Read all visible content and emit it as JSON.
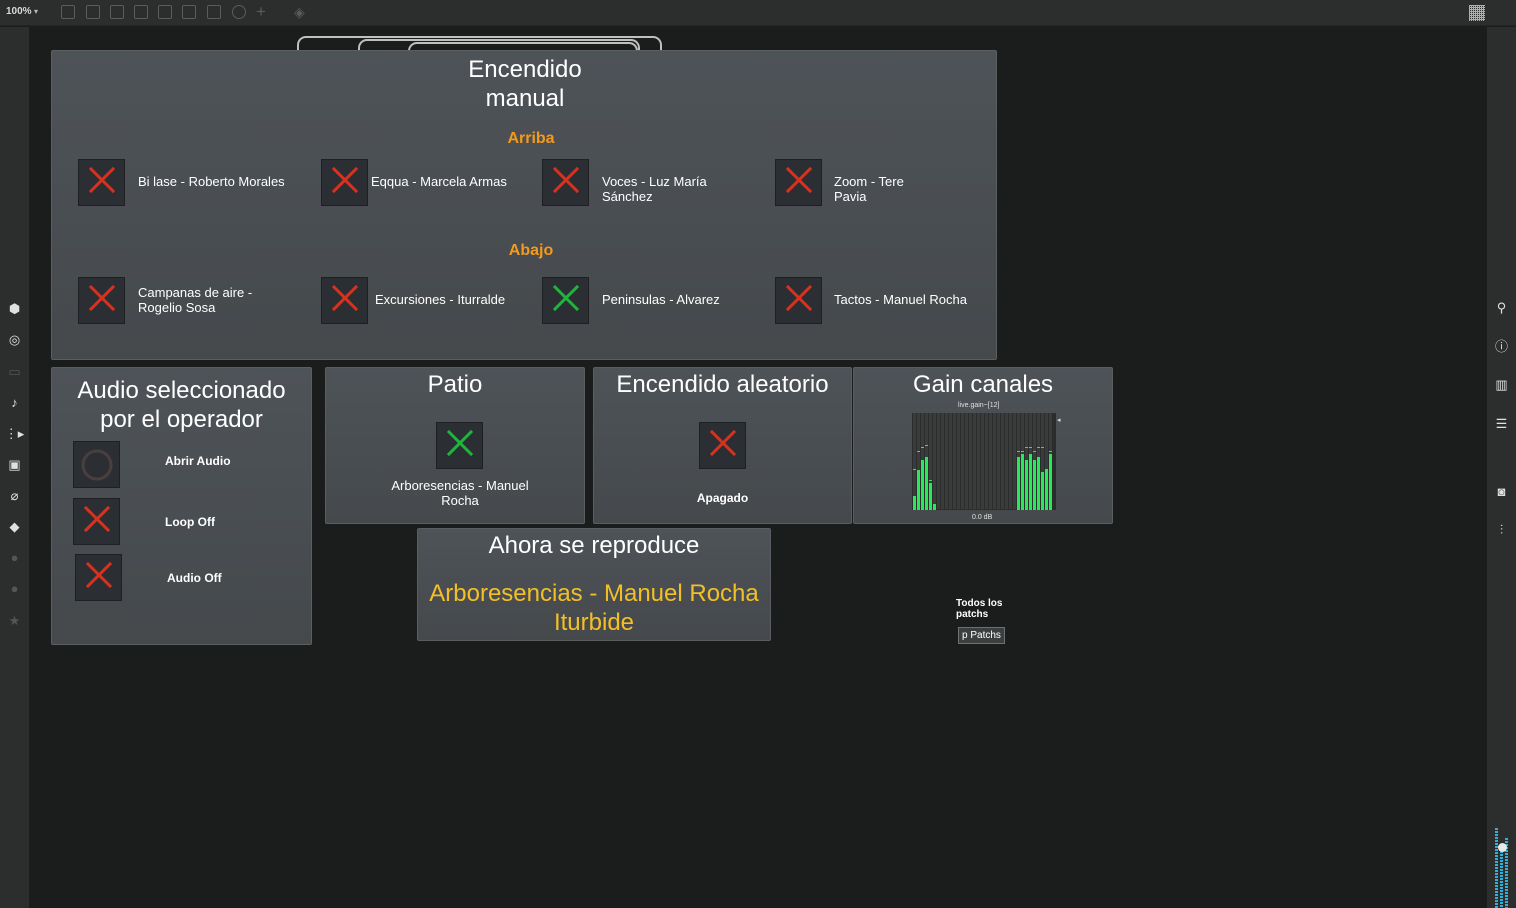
{
  "toolbar": {
    "zoom": "100%"
  },
  "colors": {
    "accent_orange": "#f39a1e",
    "now_playing": "#f2c026",
    "meter_green": "#27e95a",
    "x_red": "#d8321e",
    "x_green": "#1fb53d"
  },
  "manual": {
    "title_line1": "Encendido",
    "title_line2": "manual",
    "upper_section": "Arriba",
    "lower_section": "Abajo",
    "upper_items": [
      {
        "label": "Bi lase - Roberto Morales",
        "state": "off"
      },
      {
        "label": "Eqqua - Marcela Armas",
        "state": "off"
      },
      {
        "label_line1": "Voces - Luz María",
        "label_line2": "Sánchez",
        "state": "off"
      },
      {
        "label_line1": "Zoom - Tere",
        "label_line2": "Pavia",
        "state": "off"
      }
    ],
    "lower_items": [
      {
        "label_line1": "Campanas de aire -",
        "label_line2": "Rogelio Sosa",
        "state": "off"
      },
      {
        "label": "Excursiones - Iturralde",
        "state": "off"
      },
      {
        "label": "Peninsulas - Alvarez",
        "state": "on"
      },
      {
        "label": "Tactos - Manuel Rocha",
        "state": "off"
      }
    ]
  },
  "operator": {
    "title_line1": "Audio seleccionado",
    "title_line2": "por el operador",
    "open_audio": "Abrir Audio",
    "loop": "Loop Off",
    "audio": "Audio Off"
  },
  "patio": {
    "title": "Patio",
    "label_line1": "Arboresencias - Manuel",
    "label_line2": "Rocha",
    "state": "on"
  },
  "random": {
    "title": "Encendido aleatorio",
    "status": "Apagado",
    "state": "off"
  },
  "gain": {
    "title": "Gain canales",
    "object_name": "live.gain~[12]",
    "readout": "0.0 dB",
    "meter_levels": [
      0.15,
      0.42,
      0.52,
      0.55,
      0.28,
      0.06,
      0.0,
      0.0,
      0.0,
      0.0,
      0.0,
      0.0,
      0.0,
      0.0,
      0.0,
      0.0,
      0.0,
      0.0,
      0.0,
      0.0,
      0.0,
      0.0,
      0.0,
      0.0,
      0.0,
      0.0,
      0.55,
      0.58,
      0.52,
      0.58,
      0.52,
      0.55,
      0.4,
      0.43,
      0.58
    ],
    "peak_levels": [
      0.42,
      0.6,
      0.65,
      0.67,
      0.3,
      0.0,
      0.0,
      0.0,
      0.0,
      0.0,
      0.0,
      0.0,
      0.0,
      0.0,
      0.0,
      0.0,
      0.0,
      0.0,
      0.0,
      0.0,
      0.0,
      0.0,
      0.0,
      0.0,
      0.0,
      0.0,
      0.6,
      0.6,
      0.65,
      0.65,
      0.6,
      0.65,
      0.65,
      0.0,
      0.6
    ]
  },
  "now_playing": {
    "title": "Ahora se reproduce",
    "line1": "Arboresencias - Manuel Rocha",
    "line2": "Iturbide"
  },
  "patches": {
    "label_line1": "Todos los",
    "label_line2": "patchs",
    "button": "p Patchs"
  }
}
